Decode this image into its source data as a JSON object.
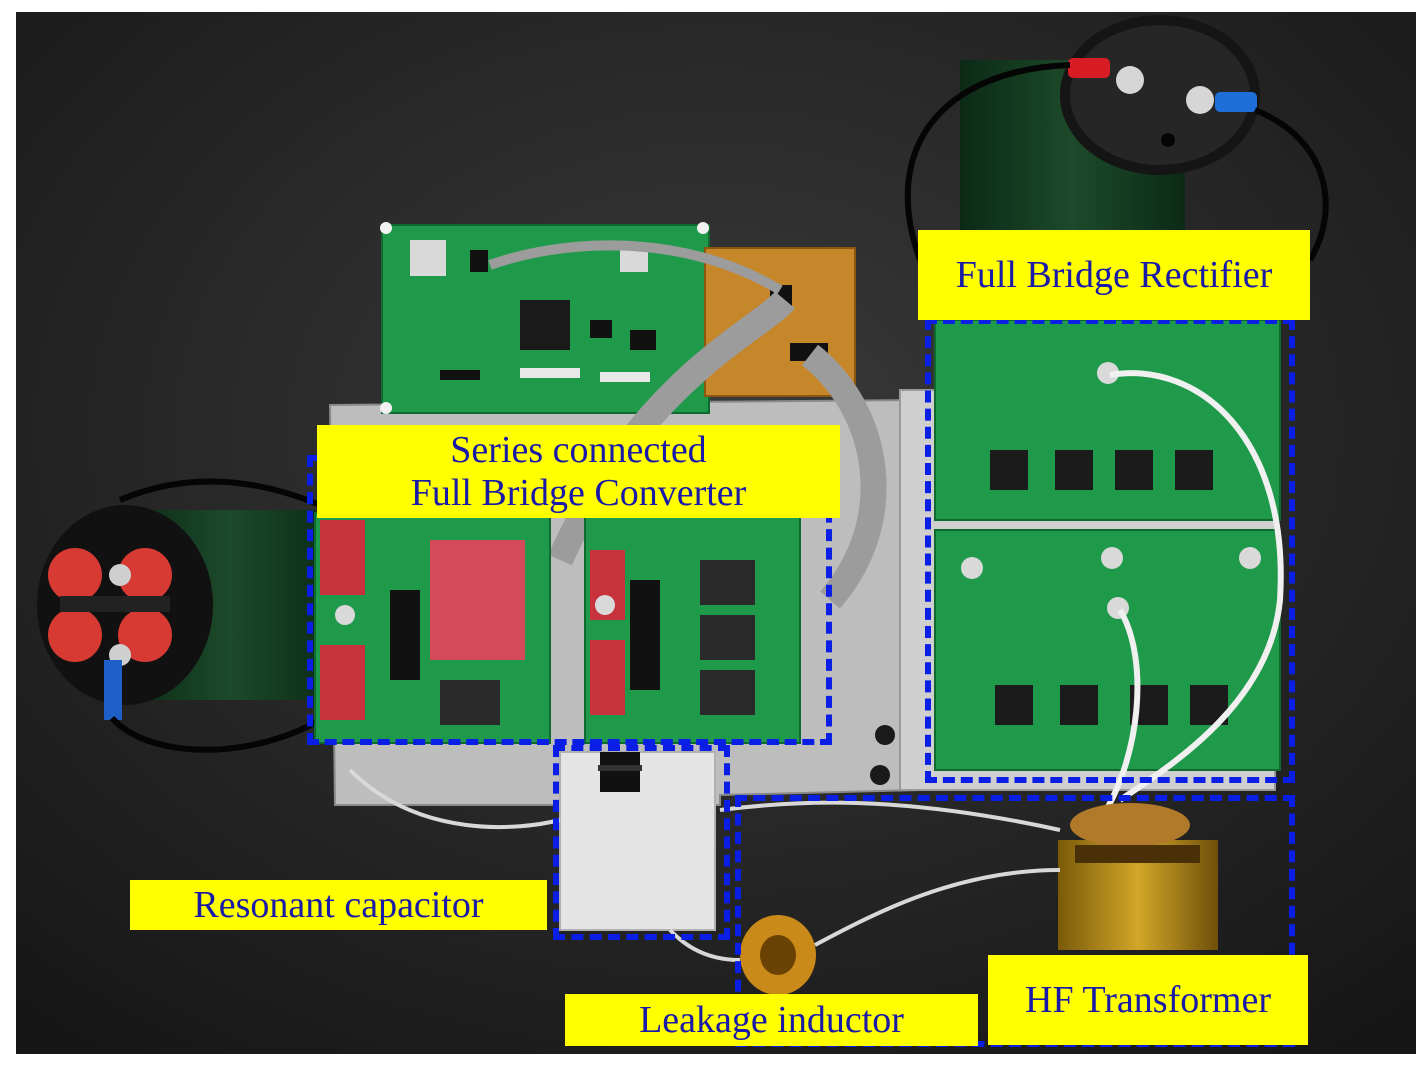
{
  "labels": {
    "full_bridge_rectifier": "Full Bridge Rectifier",
    "series_converter_line1": "Series connected",
    "series_converter_line2": "Full Bridge Converter",
    "resonant_capacitor": "Resonant capacitor",
    "leakage_inductor": "Leakage inductor",
    "hf_transformer": "HF Transformer"
  },
  "colors": {
    "label_background": "#ffff00",
    "label_text": "#1a1aa8",
    "highlight_border": "#0a1ee6",
    "bench_surface": "#222222",
    "pcb": "#1f9a4a"
  }
}
